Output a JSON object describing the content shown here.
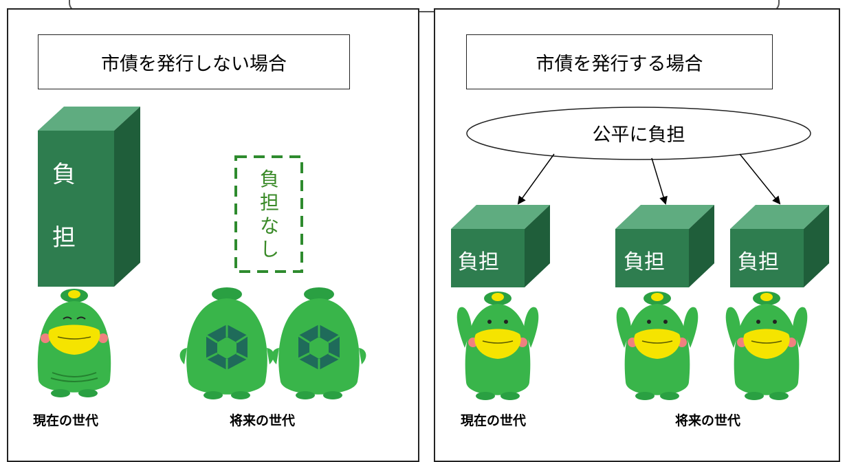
{
  "left": {
    "title": "市債を発行しない場合",
    "burden_box": {
      "char1": "負",
      "char2": "担"
    },
    "no_burden": {
      "chars": [
        "負",
        "担",
        "な",
        "し"
      ]
    },
    "present_label": "現在の世代",
    "future_label": "将来の世代"
  },
  "right": {
    "title": "市債を発行する場合",
    "ellipse": "公平に負担",
    "boxes": [
      "負担",
      "負担",
      "負担"
    ],
    "present_label": "現在の世代",
    "future_label": "将来の世代"
  },
  "colors": {
    "box_front": "#2e7d4f",
    "box_top": "#5fac80",
    "box_side": "#1f5e3a",
    "char_body": "#39b54a",
    "char_beak": "#f5e400",
    "dashed": "#2e8b2e"
  },
  "icons": [
    "kappa-character-front",
    "kappa-character-back",
    "kappa-character-arms-up"
  ]
}
